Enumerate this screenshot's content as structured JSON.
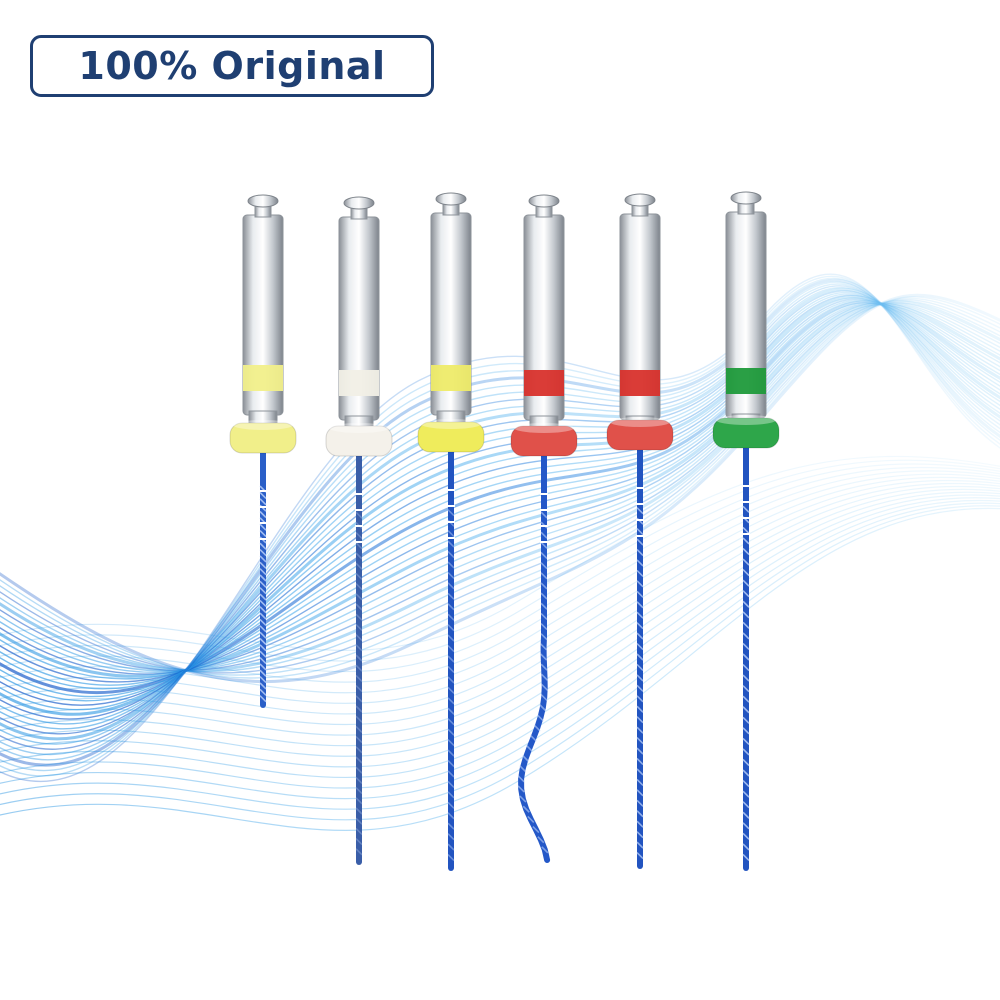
{
  "badge": {
    "text": "100% Original",
    "border_color": "#1f3f72",
    "text_color": "#1f3f72"
  },
  "background": {
    "wave_colors": [
      "#0d5fd6",
      "#1e88e5",
      "#4fb3f0",
      "#8fd3f7"
    ]
  },
  "files": [
    {
      "name": "file-1",
      "ring_color": "#f1ef8a",
      "band_color": "#f1ef8a",
      "shaft_color": "#2a5fc8"
    },
    {
      "name": "file-2",
      "ring_color": "#f4f1ea",
      "band_color": "#f1efe6",
      "shaft_color": "#3a5ea8"
    },
    {
      "name": "file-3",
      "ring_color": "#efec5c",
      "band_color": "#eeeb69",
      "shaft_color": "#2254c0"
    },
    {
      "name": "file-4",
      "ring_color": "#e0514a",
      "band_color": "#d8322c",
      "shaft_color": "#2458c8"
    },
    {
      "name": "file-5",
      "ring_color": "#e0514a",
      "band_color": "#d8322c",
      "shaft_color": "#2254c0"
    },
    {
      "name": "file-6",
      "ring_color": "#2ea64a",
      "band_color": "#1f9a3b",
      "shaft_color": "#2254c0"
    }
  ]
}
